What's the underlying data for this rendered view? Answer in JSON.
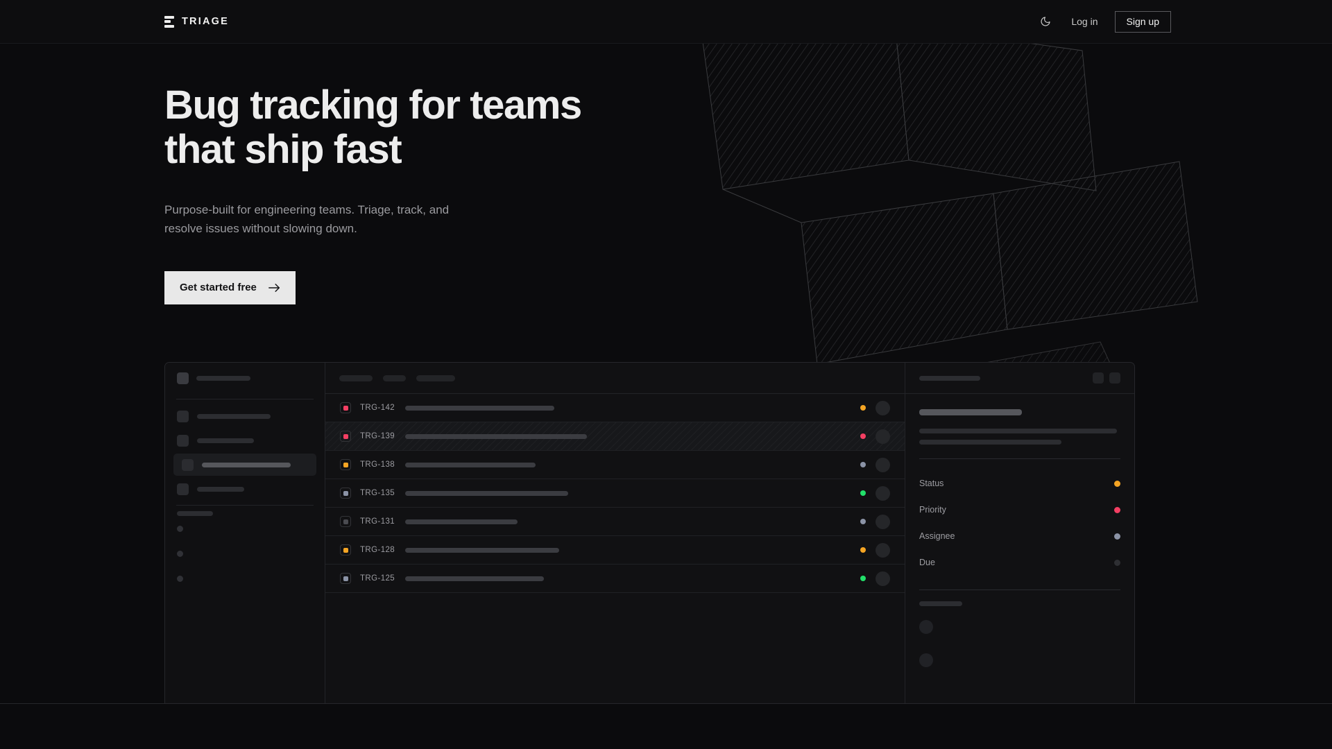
{
  "brand": {
    "name": "TRIAGE",
    "logo_icon": "stacked-bars-icon"
  },
  "nav": {
    "theme_toggle_icon": "moon-icon",
    "login_label": "Log in",
    "signup_label": "Sign up"
  },
  "hero": {
    "headline": "Bug tracking for teams\nthat ship fast",
    "subhead": "Purpose-built for engineering teams. Triage, track, and\nresolve issues without slowing down.",
    "cta_label": "Get started free",
    "cta_icon": "arrow-right-icon"
  },
  "colors": {
    "page_bg": "#0b0b0d",
    "nav_bg": "#0d0d0f",
    "panel_bg": "#111113",
    "border": "#26272b",
    "text_primary": "#ededed",
    "text_muted": "#9b9b9f",
    "cta_bg": "#e8e8e8",
    "accent_orange": "#f5a524",
    "accent_pink": "#f43f63",
    "accent_green": "#22e06a",
    "accent_slate": "#8b93a6",
    "accent_dim": "#3a3b40"
  },
  "mockup": {
    "sidebar": {
      "workspace_placeholder_width": 78,
      "nav_items": [
        {
          "width": 106,
          "active": false
        },
        {
          "width": 82,
          "active": false
        },
        {
          "width": 128,
          "active": true
        },
        {
          "width": 68,
          "active": false
        }
      ],
      "section_label_width": 52,
      "sub_items": 3
    },
    "list": {
      "header_chips": [
        48,
        33,
        56
      ],
      "columns": [
        "priority",
        "id",
        "title",
        "status",
        "assignee"
      ],
      "rows": [
        {
          "id": "TRG-142",
          "priority_color": "#f43f63",
          "status_color": "#f5a524",
          "title_width": 215,
          "selected": false
        },
        {
          "id": "TRG-139",
          "priority_color": "#f43f63",
          "status_color": "#f43f63",
          "title_width": 262,
          "selected": true
        },
        {
          "id": "TRG-138",
          "priority_color": "#f5a524",
          "status_color": "#8b93a6",
          "title_width": 188,
          "selected": false
        },
        {
          "id": "TRG-135",
          "priority_color": "#8b93a6",
          "status_color": "#22e06a",
          "title_width": 235,
          "selected": false
        },
        {
          "id": "TRG-131",
          "priority_color": "#4a4b50",
          "status_color": "#8b93a6",
          "title_width": 162,
          "selected": false
        },
        {
          "id": "TRG-128",
          "priority_color": "#f5a524",
          "status_color": "#f5a524",
          "title_width": 222,
          "selected": false
        },
        {
          "id": "TRG-125",
          "priority_color": "#8b93a6",
          "status_color": "#22e06a",
          "title_width": 200,
          "selected": false
        }
      ]
    },
    "detail": {
      "header_placeholder_width": 88,
      "header_buttons": [
        "expand-button",
        "more-button"
      ],
      "title_placeholder_width": 148,
      "body_lines": [
        285,
        205
      ],
      "meta": [
        {
          "label": "Status",
          "dot_color": "#f5a524"
        },
        {
          "label": "Priority",
          "dot_color": "#f43f63"
        },
        {
          "label": "Assignee",
          "dot_color": "#8b93a6"
        },
        {
          "label": "Due",
          "dot_color": "#2e2f33"
        }
      ],
      "activity_label_width": 62,
      "comments": 2
    }
  }
}
